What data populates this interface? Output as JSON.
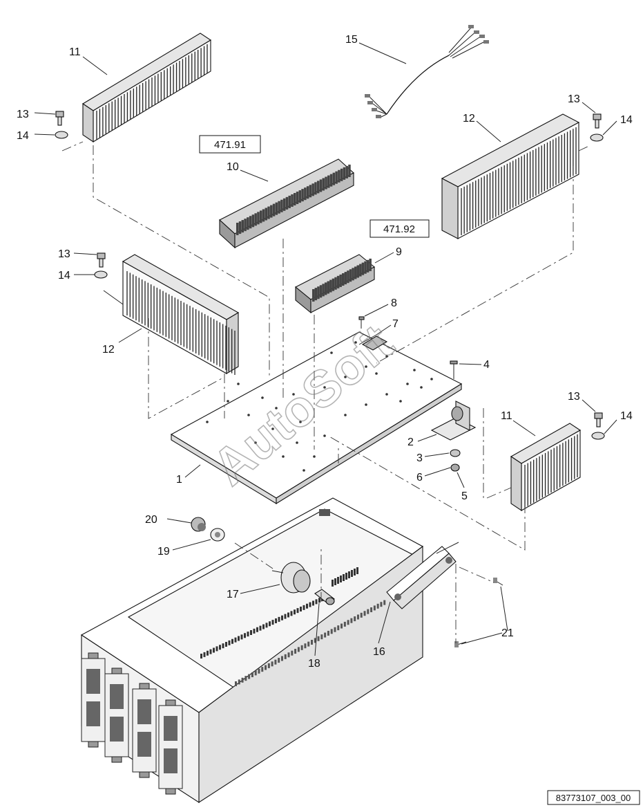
{
  "callouts": {
    "c1": "1",
    "c2": "2",
    "c3": "3",
    "c4": "4",
    "c5": "5",
    "c6": "6",
    "c7": "7",
    "c8": "8",
    "c9": "9",
    "c10": "10",
    "c11a": "11",
    "c11b": "11",
    "c12a": "12",
    "c12b": "12",
    "c13a": "13",
    "c13b": "13",
    "c13c": "13",
    "c13d": "13",
    "c14a": "14",
    "c14b": "14",
    "c14c": "14",
    "c14d": "14",
    "c15": "15",
    "c16": "16",
    "c17": "17",
    "c18": "18",
    "c19": "19",
    "c20": "20",
    "c21": "21"
  },
  "ref_boxes": {
    "ref1": "471.91",
    "ref2": "471.92"
  },
  "watermark": "AutoSoft",
  "drawing_code": "83773107_003_00",
  "colors": {
    "line": "#222222",
    "part_fill": "#f2f2f2",
    "shade": "#bdbdbd",
    "watermark": "#777777"
  }
}
